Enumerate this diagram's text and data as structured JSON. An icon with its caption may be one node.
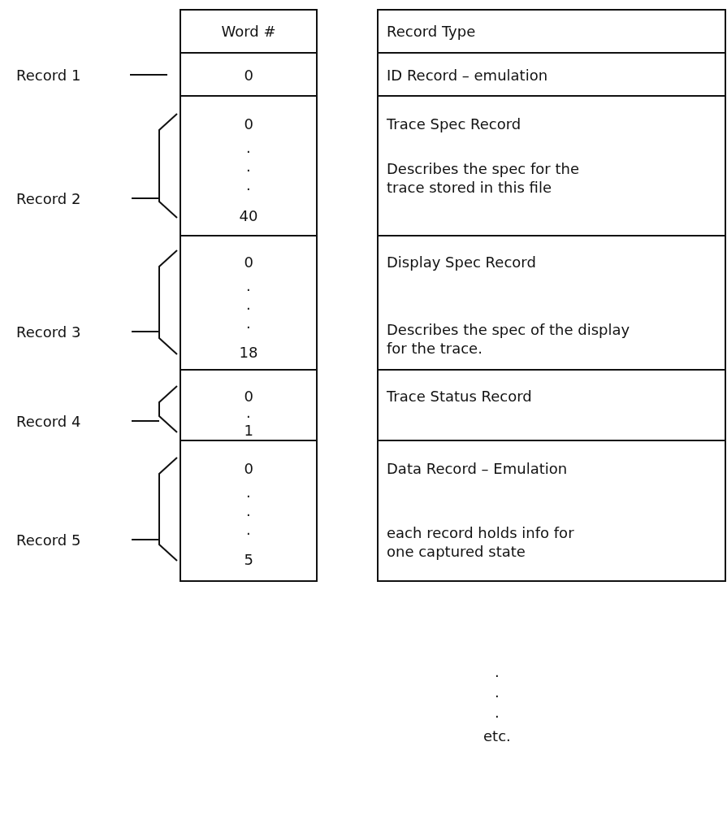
{
  "diagram": {
    "labels": [
      "Word #",
      "Record Type",
      "Record 1",
      "0",
      "ID Record – emulation",
      "Record 2",
      "0",
      ".",
      ".",
      ".",
      "40",
      "Trace Spec Record",
      "Describes the spec for the trace stored in this file",
      "Record 3",
      "0",
      ".",
      ".",
      ".",
      "18",
      "Display Spec Record",
      "Describes the spec of the display for the trace.",
      "Record 4",
      "0",
      ".",
      "1",
      "Trace Status Record",
      "Record 5",
      "0",
      ".",
      ".",
      ".",
      "5",
      "Data Record – Emulation",
      "each record holds info for one captured state",
      ".",
      ".",
      ".",
      "etc."
    ]
  }
}
